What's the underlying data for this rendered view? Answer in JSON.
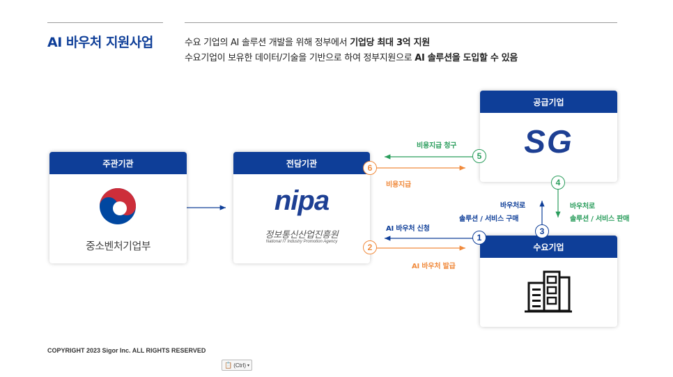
{
  "header": {
    "title": "AI 바우처 지원사업",
    "line1_prefix": "수요 기업의 AI 솔루션 개발을 위해 정부에서 ",
    "line1_bold": "기업당 최대 3억 지원",
    "line2_prefix": "수요기업이 보유한 데이터/기술을 기반으로 하여 정부지원으로 ",
    "line2_bold": "AI 솔루션을 도입할 수 있음"
  },
  "boxes": {
    "supervisor": {
      "title": "주관기관",
      "org_name": "중소벤처기업부"
    },
    "agency": {
      "title": "전담기관",
      "logo_text": "nipa",
      "org_name": "정보통신산업진흥원",
      "org_name_en": "National IT Industry Promotion Agency"
    },
    "supplier": {
      "title": "공급기업",
      "logo_text": "SG"
    },
    "demander": {
      "title": "수요기업"
    }
  },
  "steps": {
    "s1": {
      "num": "1",
      "label": "AI 바우처 신청"
    },
    "s2": {
      "num": "2",
      "label": "AI 바우처 발급"
    },
    "s3": {
      "num": "3",
      "label_line1": "바우처로",
      "label_line2": "솔루션 / 서비스 구매"
    },
    "s4": {
      "num": "4",
      "label_line1": "바우처로",
      "label_line2": "솔루션 / 서비스 판매"
    },
    "s5": {
      "num": "5",
      "label": "비용지급 청구"
    },
    "s6": {
      "num": "6",
      "label": "비용지급"
    }
  },
  "colors": {
    "navy": "#0e3e98",
    "green": "#2a9d5c",
    "orange": "#f08a3c",
    "taegeuk_red": "#cd2e3a",
    "taegeuk_blue": "#0047a0"
  },
  "footer": {
    "copyright": "COPYRIGHT 2023 Sigor Inc. ALL RIGHTS RESERVED",
    "paste_label": "(Ctrl)"
  }
}
